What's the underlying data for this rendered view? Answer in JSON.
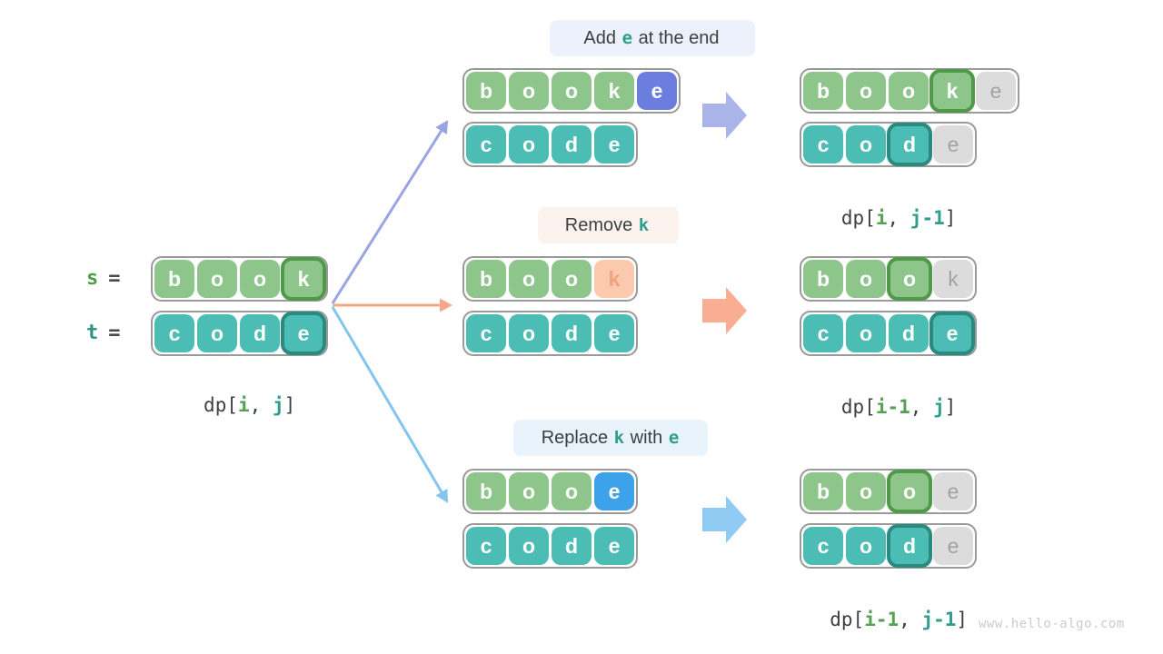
{
  "watermark": "www.hello-algo.com",
  "colors": {
    "green_cell": "#8dc58b",
    "green_strong_border": "#4f9a48",
    "teal_cell": "#4cbdb4",
    "teal_strong_border": "#2b8a80",
    "gray_cell": "#dcdcdc",
    "purple_cell": "#6b7ee0",
    "blue_cell": "#3ea2ea",
    "salmon_cell": "#fbc9ae",
    "accent_teal_text": "#2f9e8e",
    "accent_green_text": "#56a151",
    "arrow_lavender": "#9aa4e2",
    "arrow_salmon": "#f5a68b",
    "arrow_blue": "#84c5f0",
    "block_arrow_lavender": "#aab4e9",
    "block_arrow_salmon": "#f9ad92",
    "block_arrow_blue": "#8ecaf2",
    "pill_add_bg": "#edf1fb",
    "pill_remove_bg": "#fdf3ee",
    "pill_replace_bg": "#e9f3fc"
  },
  "left": {
    "s_var": "s",
    "t_var": "t",
    "eq": "=",
    "s_cells": [
      {
        "ch": "b",
        "type": "green"
      },
      {
        "ch": "o",
        "type": "green"
      },
      {
        "ch": "o",
        "type": "green"
      },
      {
        "ch": "k",
        "type": "green-strong"
      }
    ],
    "t_cells": [
      {
        "ch": "c",
        "type": "teal"
      },
      {
        "ch": "o",
        "type": "teal"
      },
      {
        "ch": "d",
        "type": "teal"
      },
      {
        "ch": "e",
        "type": "teal-strong"
      }
    ],
    "dp": {
      "open": "dp[",
      "i": "i",
      "sep": ", ",
      "j": "j",
      "close": "]"
    }
  },
  "branches": [
    {
      "key": "add",
      "pill": {
        "pre": "Add ",
        "a1": "e",
        "mid": " at the end",
        "a2": ""
      },
      "src_s": [
        {
          "ch": "b",
          "type": "green"
        },
        {
          "ch": "o",
          "type": "green"
        },
        {
          "ch": "o",
          "type": "green"
        },
        {
          "ch": "k",
          "type": "green"
        },
        {
          "ch": "e",
          "type": "purple"
        }
      ],
      "src_t": [
        {
          "ch": "c",
          "type": "teal"
        },
        {
          "ch": "o",
          "type": "teal"
        },
        {
          "ch": "d",
          "type": "teal"
        },
        {
          "ch": "e",
          "type": "teal"
        }
      ],
      "res_s": [
        {
          "ch": "b",
          "type": "green"
        },
        {
          "ch": "o",
          "type": "green"
        },
        {
          "ch": "o",
          "type": "green"
        },
        {
          "ch": "k",
          "type": "green-strong"
        },
        {
          "ch": "e",
          "type": "gray"
        }
      ],
      "res_t": [
        {
          "ch": "c",
          "type": "teal"
        },
        {
          "ch": "o",
          "type": "teal"
        },
        {
          "ch": "d",
          "type": "teal-strong"
        },
        {
          "ch": "e",
          "type": "gray"
        }
      ],
      "dp": {
        "open": "dp[",
        "i": "i",
        "sep": ", ",
        "j": "j-1",
        "close": "]"
      }
    },
    {
      "key": "remove",
      "pill": {
        "pre": "Remove ",
        "a1": "k",
        "mid": "",
        "a2": ""
      },
      "src_s": [
        {
          "ch": "b",
          "type": "green"
        },
        {
          "ch": "o",
          "type": "green"
        },
        {
          "ch": "o",
          "type": "green"
        },
        {
          "ch": "k",
          "type": "salmon"
        }
      ],
      "src_t": [
        {
          "ch": "c",
          "type": "teal"
        },
        {
          "ch": "o",
          "type": "teal"
        },
        {
          "ch": "d",
          "type": "teal"
        },
        {
          "ch": "e",
          "type": "teal"
        }
      ],
      "res_s": [
        {
          "ch": "b",
          "type": "green"
        },
        {
          "ch": "o",
          "type": "green"
        },
        {
          "ch": "o",
          "type": "green-strong"
        },
        {
          "ch": "k",
          "type": "gray"
        }
      ],
      "res_t": [
        {
          "ch": "c",
          "type": "teal"
        },
        {
          "ch": "o",
          "type": "teal"
        },
        {
          "ch": "d",
          "type": "teal"
        },
        {
          "ch": "e",
          "type": "teal-strong"
        }
      ],
      "dp": {
        "open": "dp[",
        "i": "i-1",
        "sep": ", ",
        "j": "j",
        "close": "]"
      }
    },
    {
      "key": "replace",
      "pill": {
        "pre": "Replace ",
        "a1": "k",
        "mid": " with ",
        "a2": "e"
      },
      "src_s": [
        {
          "ch": "b",
          "type": "green"
        },
        {
          "ch": "o",
          "type": "green"
        },
        {
          "ch": "o",
          "type": "green"
        },
        {
          "ch": "e",
          "type": "blue"
        }
      ],
      "src_t": [
        {
          "ch": "c",
          "type": "teal"
        },
        {
          "ch": "o",
          "type": "teal"
        },
        {
          "ch": "d",
          "type": "teal"
        },
        {
          "ch": "e",
          "type": "teal"
        }
      ],
      "res_s": [
        {
          "ch": "b",
          "type": "green"
        },
        {
          "ch": "o",
          "type": "green"
        },
        {
          "ch": "o",
          "type": "green-strong"
        },
        {
          "ch": "e",
          "type": "gray"
        }
      ],
      "res_t": [
        {
          "ch": "c",
          "type": "teal"
        },
        {
          "ch": "o",
          "type": "teal"
        },
        {
          "ch": "d",
          "type": "teal-strong"
        },
        {
          "ch": "e",
          "type": "gray"
        }
      ],
      "dp": {
        "open": "dp[",
        "i": "i-1",
        "sep": ", ",
        "j": "j-1",
        "close": "]"
      }
    }
  ]
}
